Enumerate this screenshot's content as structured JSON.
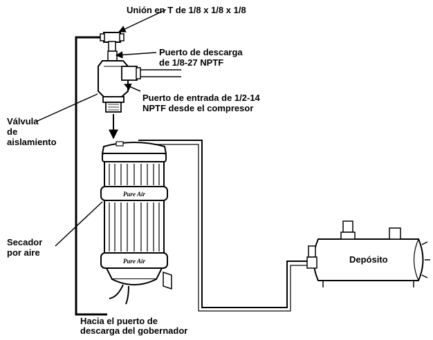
{
  "labels": {
    "t_union": "Unión en T de 1/8 x 1/8 x 1/8",
    "discharge_port_1": "Puerto de descarga",
    "discharge_port_2": "de 1/8-27 NPTF",
    "inlet_port_1": "Puerto de entrada de 1/2-14",
    "inlet_port_2": "NPTF desde el compresor",
    "isolation_valve_1": "Válvula",
    "isolation_valve_2": "de",
    "isolation_valve_3": "aislamiento",
    "air_dryer_1": "Secador",
    "air_dryer_2": "por aire",
    "governor_port_1": "Hacia el puerto de",
    "governor_port_2": "descarga del gobernador",
    "reservoir": "Depósito",
    "dryer_brand": "Pure Air"
  }
}
